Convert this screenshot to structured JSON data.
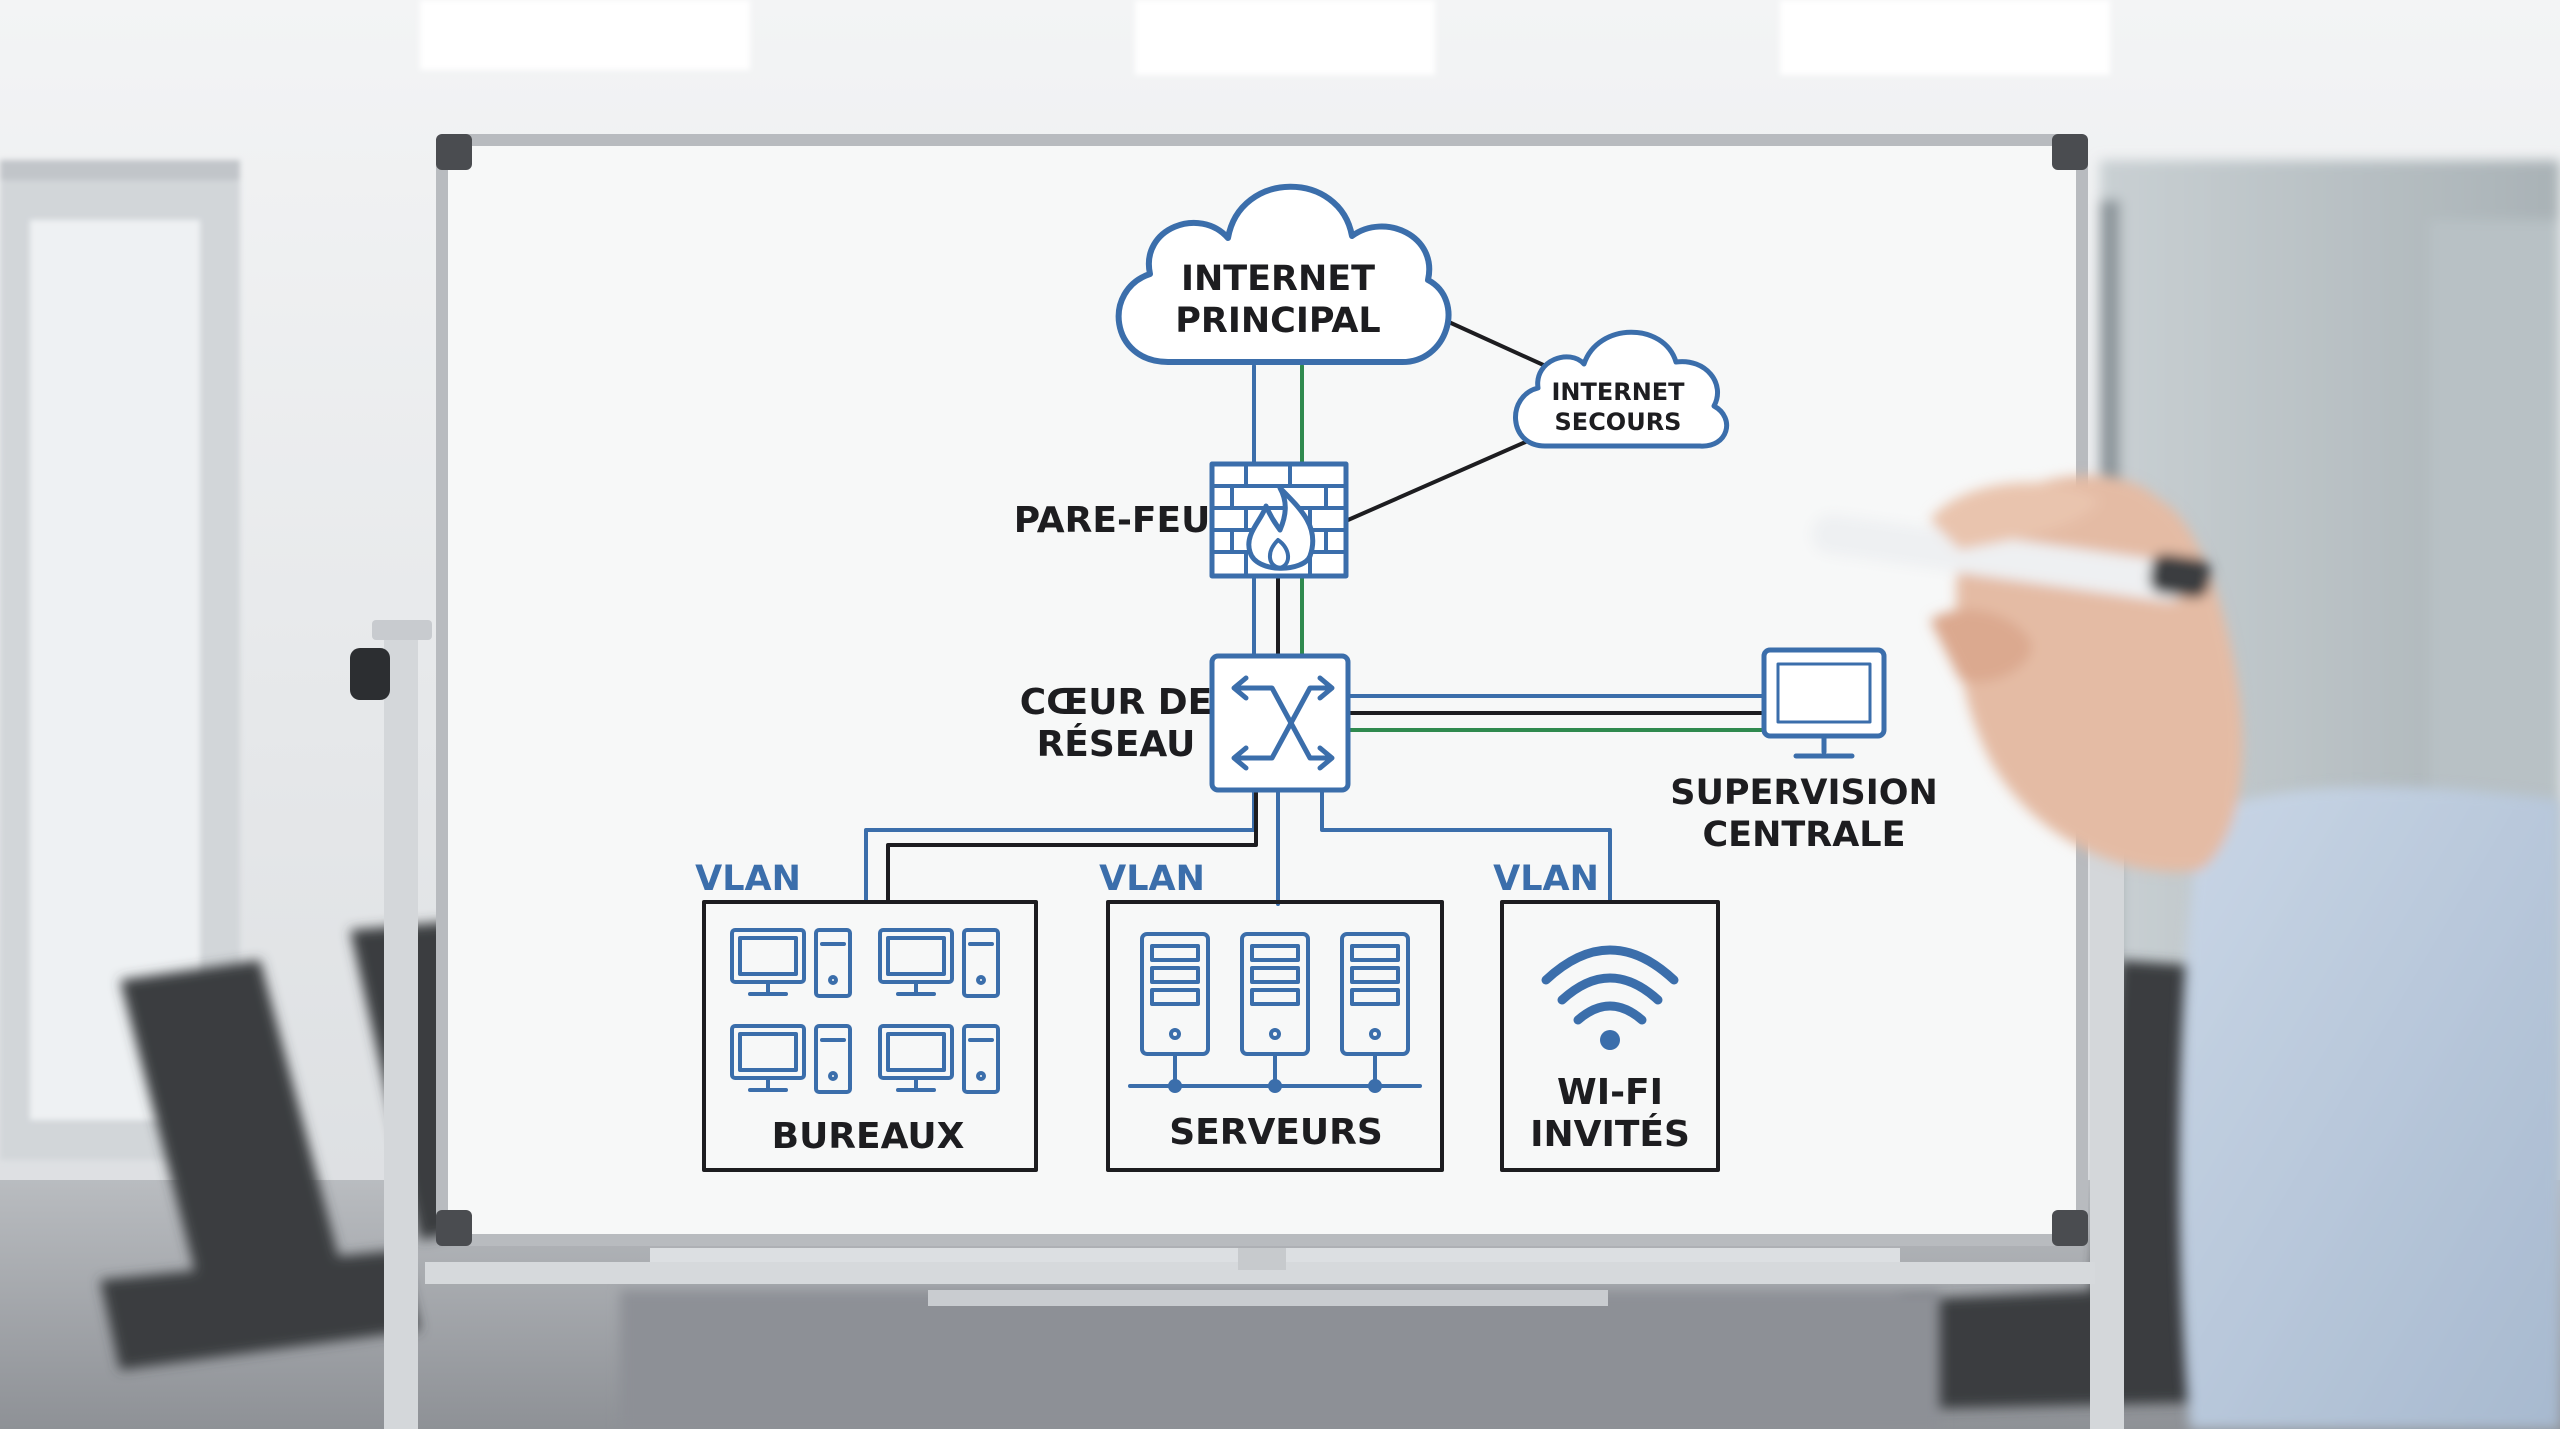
{
  "colors": {
    "marker_black": "#1d1d20",
    "marker_blue": "#3b6eab",
    "marker_green": "#2f8a4e",
    "board": "#f7f8f8"
  },
  "diagram": {
    "cloud_main": {
      "line1": "INTERNET",
      "line2": "PRINCIPAL"
    },
    "cloud_backup": {
      "line1": "INTERNET",
      "line2": "SECOURS"
    },
    "firewall": {
      "label": "PARE-FEU",
      "icon": "firewall-icon"
    },
    "core": {
      "line1": "CŒUR DE",
      "line2": "RÉSEAU",
      "icon": "switch-icon"
    },
    "supervision": {
      "line1": "SUPERVISION",
      "line2": "CENTRALE",
      "icon": "monitor-icon"
    },
    "vlans": [
      {
        "tag": "VLAN",
        "label": "BUREAUX",
        "icon": "workstations-icon"
      },
      {
        "tag": "VLAN",
        "label": "SERVEURS",
        "icon": "servers-icon"
      },
      {
        "tag": "VLAN",
        "line1": "WI-FI",
        "line2": "INVITÉS",
        "icon": "wifi-icon"
      }
    ]
  }
}
